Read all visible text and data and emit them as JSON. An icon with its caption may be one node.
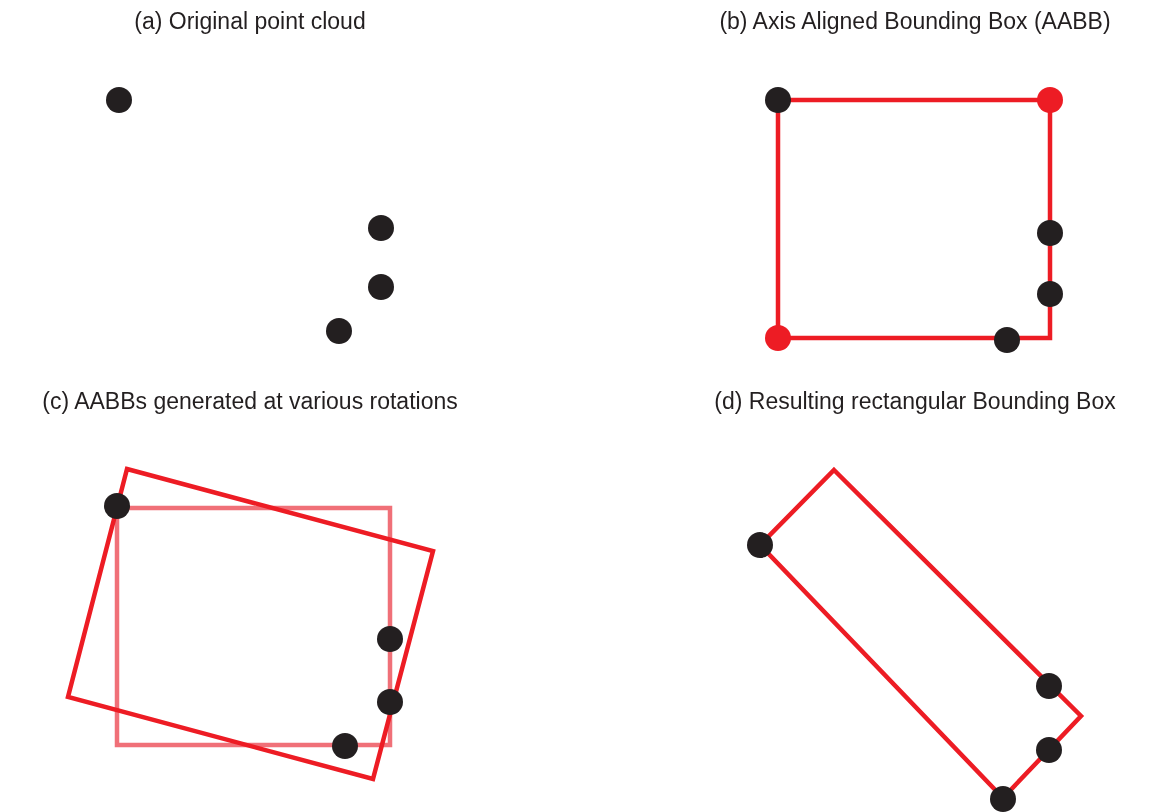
{
  "diagram": {
    "labels": [
      "(a) Original point cloud",
      "(b) Axis Aligned Bounding Box (AABB)",
      "(c) AABBs generated at various rotations",
      "(d) Resulting rectangular Bounding Box"
    ]
  }
}
